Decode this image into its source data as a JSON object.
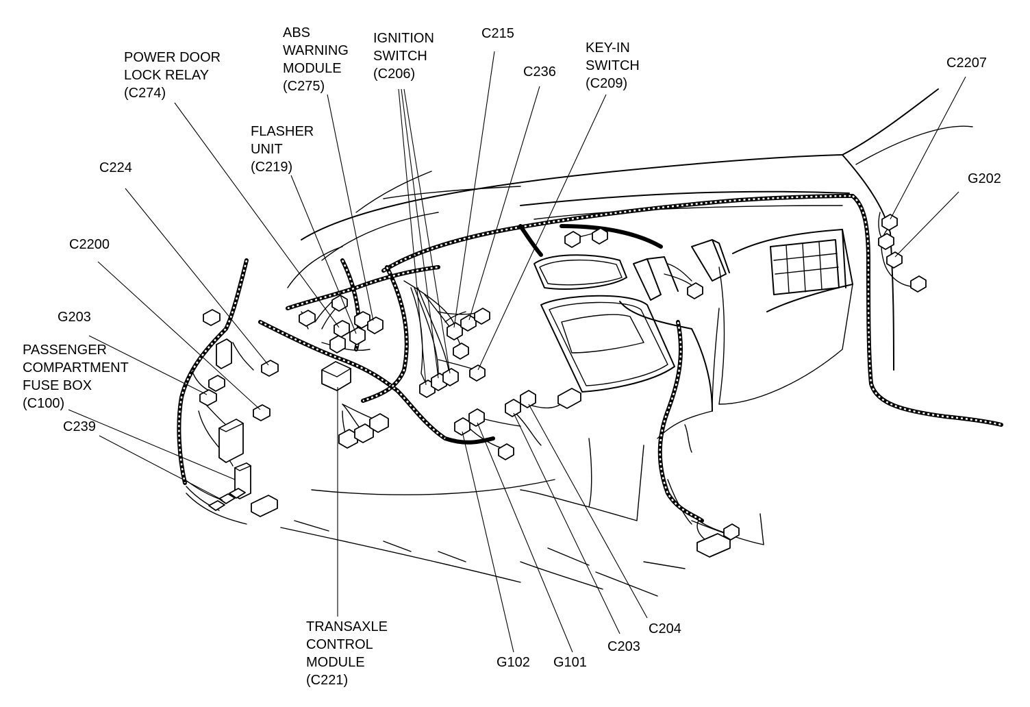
{
  "labels": {
    "power_door_lock_relay": [
      "POWER DOOR",
      "LOCK RELAY",
      "(C274)"
    ],
    "abs_warning_module": [
      "ABS",
      "WARNING",
      "MODULE",
      "(C275)"
    ],
    "ignition_switch": [
      "IGNITION",
      "SWITCH",
      "(C206)"
    ],
    "c215": [
      "C215"
    ],
    "c236": [
      "C236"
    ],
    "key_in_switch": [
      "KEY-IN",
      "SWITCH",
      "(C209)"
    ],
    "c2207": [
      "C2207"
    ],
    "g202": [
      "G202"
    ],
    "flasher_unit": [
      "FLASHER",
      "UNIT",
      "(C219)"
    ],
    "c224": [
      "C224"
    ],
    "c2200": [
      "C2200"
    ],
    "g203": [
      "G203"
    ],
    "passenger_fuse_box": [
      "PASSENGER",
      "COMPARTMENT",
      "FUSE BOX",
      "(C100)"
    ],
    "c239": [
      "C239"
    ],
    "transaxle_control_module": [
      "TRANSAXLE",
      "CONTROL",
      "MODULE",
      "(C221)"
    ],
    "g102": [
      "G102"
    ],
    "g101": [
      "G101"
    ],
    "c203": [
      "C203"
    ],
    "c204": [
      "C204"
    ]
  },
  "colors": {
    "ink": "#000000",
    "paper": "#ffffff"
  }
}
